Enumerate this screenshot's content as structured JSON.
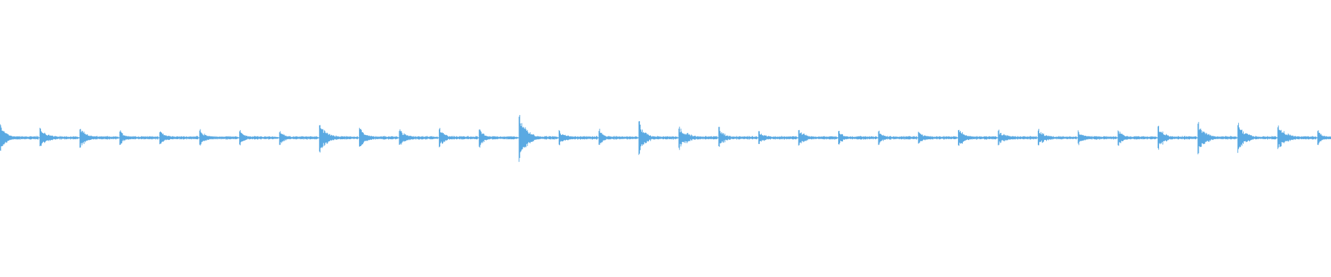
{
  "waveform": {
    "color": "#5aa9e2",
    "transients": [
      {
        "amp": 0.55,
        "decay": 0.35
      },
      {
        "amp": 0.4,
        "decay": 0.45
      },
      {
        "amp": 0.42,
        "decay": 0.4
      },
      {
        "amp": 0.3,
        "decay": 0.35
      },
      {
        "amp": 0.28,
        "decay": 0.45
      },
      {
        "amp": 0.36,
        "decay": 0.35
      },
      {
        "amp": 0.3,
        "decay": 0.3
      },
      {
        "amp": 0.28,
        "decay": 0.35
      },
      {
        "amp": 0.6,
        "decay": 0.45
      },
      {
        "amp": 0.42,
        "decay": 0.4
      },
      {
        "amp": 0.36,
        "decay": 0.4
      },
      {
        "amp": 0.44,
        "decay": 0.3
      },
      {
        "amp": 0.38,
        "decay": 0.3
      },
      {
        "amp": 1.0,
        "decay": 0.4
      },
      {
        "amp": 0.3,
        "decay": 0.45
      },
      {
        "amp": 0.35,
        "decay": 0.3
      },
      {
        "amp": 0.7,
        "decay": 0.35
      },
      {
        "amp": 0.48,
        "decay": 0.5
      },
      {
        "amp": 0.42,
        "decay": 0.35
      },
      {
        "amp": 0.3,
        "decay": 0.35
      },
      {
        "amp": 0.34,
        "decay": 0.4
      },
      {
        "amp": 0.3,
        "decay": 0.3
      },
      {
        "amp": 0.3,
        "decay": 0.3
      },
      {
        "amp": 0.26,
        "decay": 0.4
      },
      {
        "amp": 0.36,
        "decay": 0.45
      },
      {
        "amp": 0.32,
        "decay": 0.45
      },
      {
        "amp": 0.34,
        "decay": 0.45
      },
      {
        "amp": 0.3,
        "decay": 0.35
      },
      {
        "amp": 0.32,
        "decay": 0.35
      },
      {
        "amp": 0.55,
        "decay": 0.35
      },
      {
        "amp": 0.72,
        "decay": 0.4
      },
      {
        "amp": 0.62,
        "decay": 0.4
      },
      {
        "amp": 0.5,
        "decay": 0.5
      },
      {
        "amp": 0.3,
        "decay": 0.3
      }
    ]
  }
}
